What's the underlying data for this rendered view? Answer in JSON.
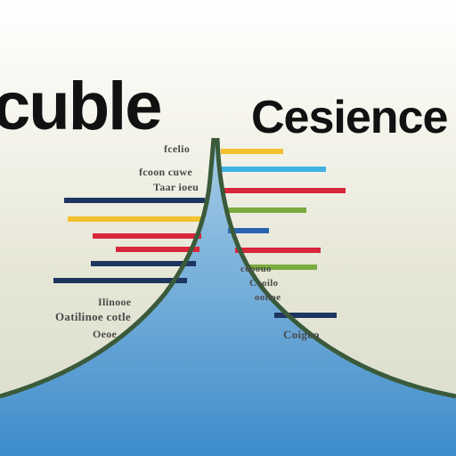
{
  "titles": {
    "left": "cuble",
    "right": "Cesience"
  },
  "labels": {
    "left": [
      "fcelio",
      "fcoon cuwe",
      "Taar ioeu",
      "Ilinooe",
      "Oatilinoe cotle",
      "Oeoe"
    ],
    "right": [
      "cooouo",
      "Cooilo",
      "ooiioe",
      "Coigoo"
    ]
  },
  "bar_colors": {
    "navy": "#1e3560",
    "yellow": "#f2c12e",
    "red": "#d8263a",
    "sky": "#3fb3e3",
    "green": "#7bab3f",
    "blue": "#2a64b0"
  },
  "curve_colors": {
    "outline": "#3a5a3a",
    "water_top": "#a8cde6",
    "water_bottom": "#3d8ccb"
  }
}
